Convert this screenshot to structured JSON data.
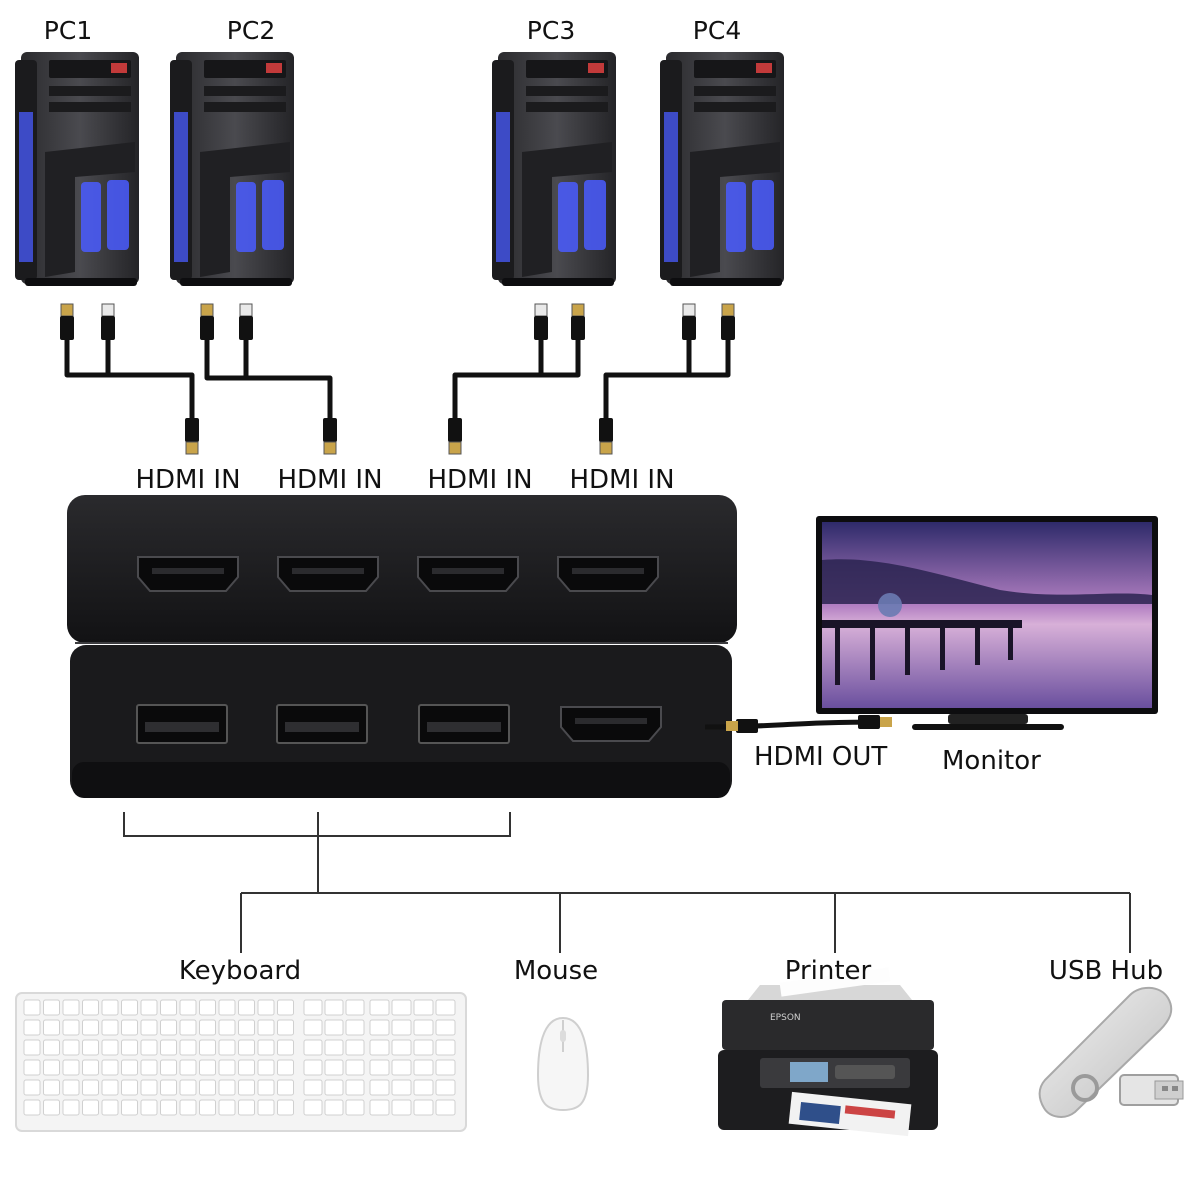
{
  "pcs": [
    {
      "label": "PC1"
    },
    {
      "label": "PC2"
    },
    {
      "label": "PC3"
    },
    {
      "label": "PC4"
    }
  ],
  "hdmi_inputs": [
    {
      "label": "HDMI IN"
    },
    {
      "label": "HDMI IN"
    },
    {
      "label": "HDMI IN"
    },
    {
      "label": "HDMI IN"
    }
  ],
  "output": {
    "label": "HDMI OUT"
  },
  "monitor": {
    "label": "Monitor"
  },
  "devices": [
    {
      "label": "Keyboard",
      "icon": "keyboard-icon"
    },
    {
      "label": "Mouse",
      "icon": "mouse-icon"
    },
    {
      "label": "Printer",
      "icon": "printer-icon"
    },
    {
      "label": "USB Hub",
      "icon": "usb-drive-icon"
    }
  ],
  "printer": {
    "brand": "EPSON"
  },
  "colors": {
    "switch_body": "#1c1c1e",
    "cable": "#111111",
    "connector_gold": "#c9a44a",
    "pc_accent": "#4a5cff",
    "line": "#333333"
  }
}
